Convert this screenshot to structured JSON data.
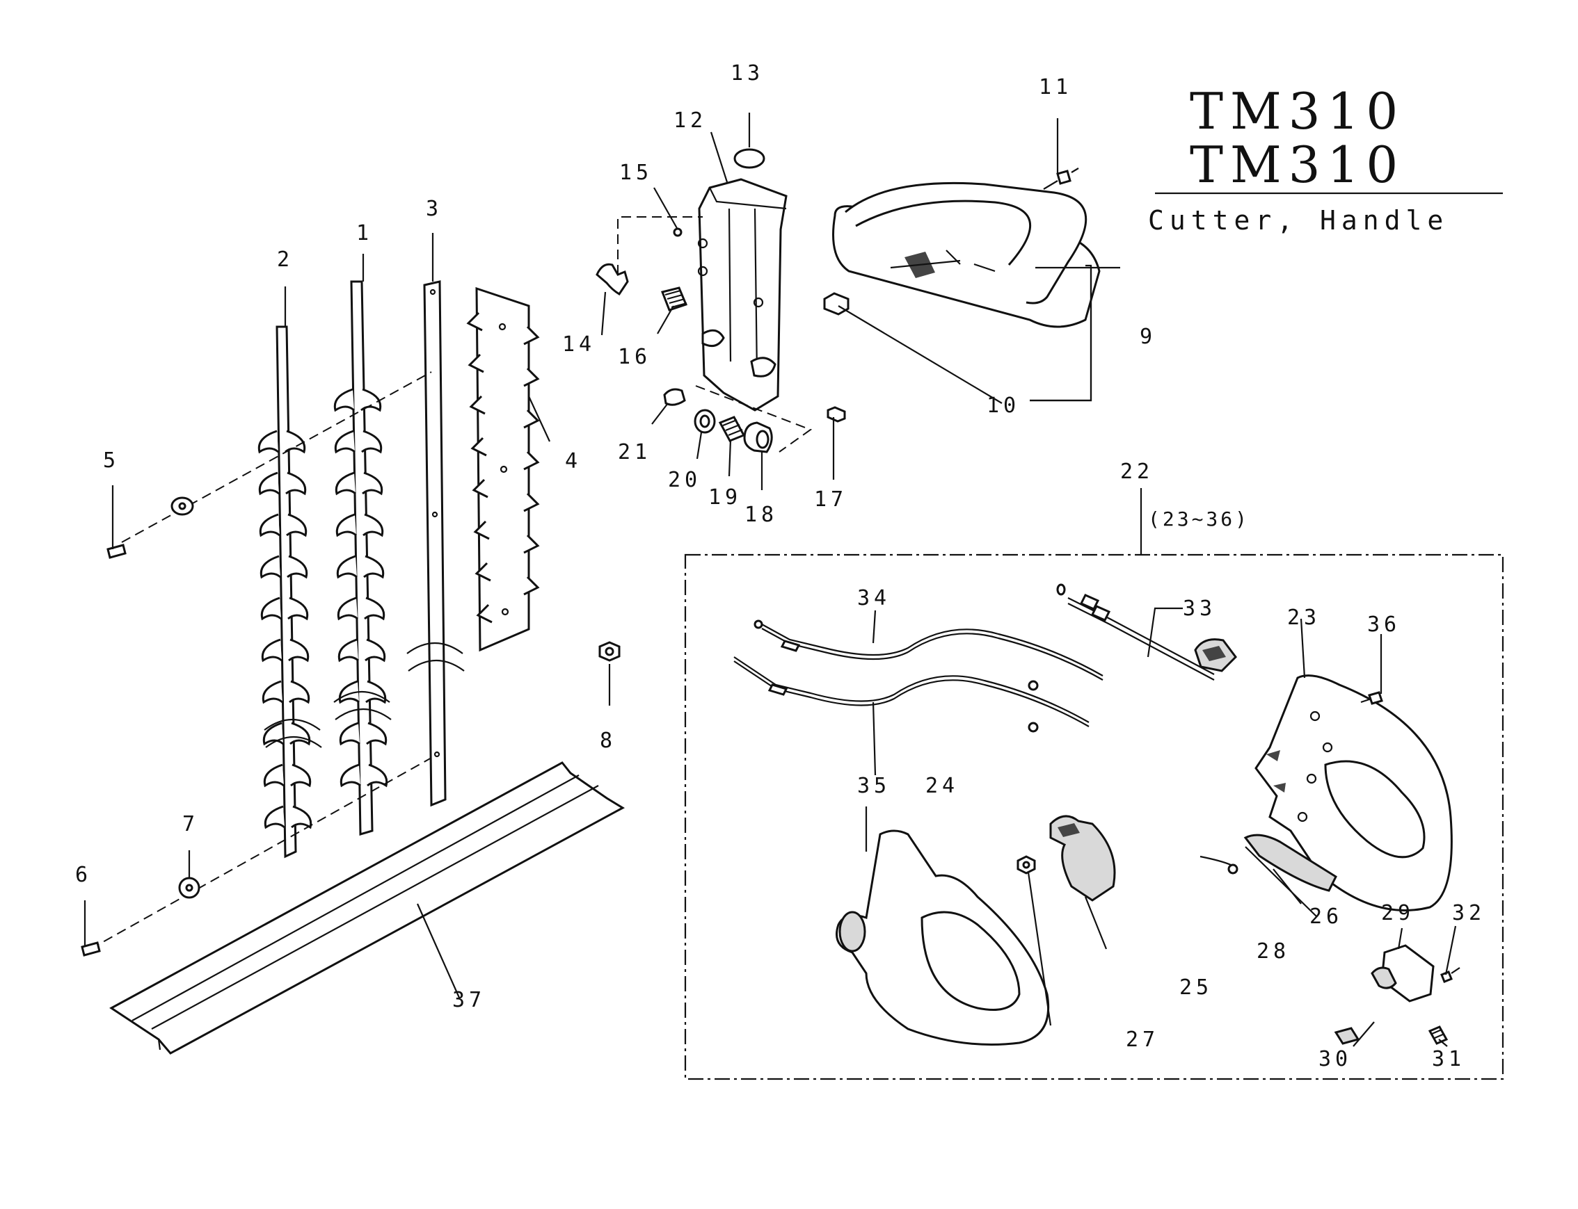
{
  "header": {
    "model_line_1": "TM310",
    "model_line_2": "TM310",
    "section": "Cutter, Handle"
  },
  "group_label": "(23~36)",
  "callouts": {
    "p1": "1",
    "p2": "2",
    "p3": "3",
    "p4": "4",
    "p5": "5",
    "p6": "6",
    "p7": "7",
    "p8": "8",
    "p9": "9",
    "p10": "10",
    "p11": "11",
    "p12": "12",
    "p13": "13",
    "p14": "14",
    "p15": "15",
    "p16": "16",
    "p17": "17",
    "p18": "18",
    "p19": "19",
    "p20": "20",
    "p21": "21",
    "p22": "22",
    "p23": "23",
    "p24": "24",
    "p25": "25",
    "p26": "26",
    "p27": "27",
    "p28": "28",
    "p29": "29",
    "p30": "30",
    "p31": "31",
    "p32": "32",
    "p33": "33",
    "p34": "34",
    "p35": "35",
    "p36": "36",
    "p37": "37"
  }
}
